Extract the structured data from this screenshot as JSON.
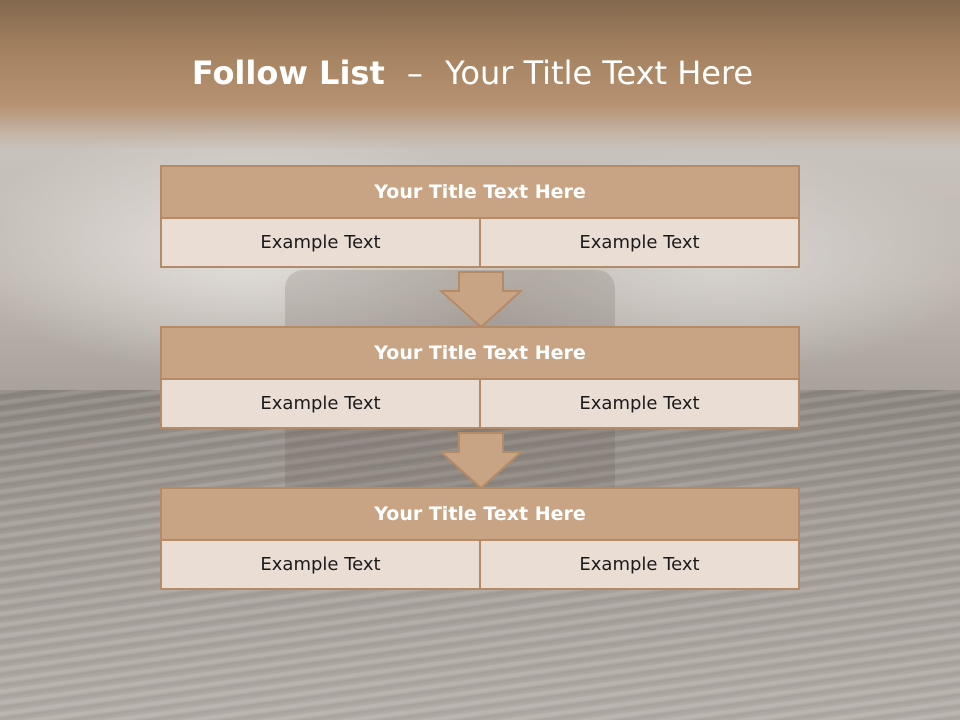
{
  "slide": {
    "title_bold": "Follow List",
    "title_separator": "–",
    "title_rest": "Your Title Text Here"
  },
  "blocks": [
    {
      "title": "Your Title Text Here",
      "cells": [
        "Example Text",
        "Example Text"
      ]
    },
    {
      "title": "Your Title Text Here",
      "cells": [
        "Example Text",
        "Example Text"
      ]
    },
    {
      "title": "Your Title Text Here",
      "cells": [
        "Example Text",
        "Example Text"
      ]
    }
  ],
  "colors": {
    "header_band": "#a58260",
    "block_header": "#c9a484",
    "block_cell": "#e9ddd4",
    "border": "#b58a66",
    "arrow_fill": "#c9a484"
  },
  "icons": [
    "down-arrow-icon",
    "down-arrow-icon"
  ]
}
